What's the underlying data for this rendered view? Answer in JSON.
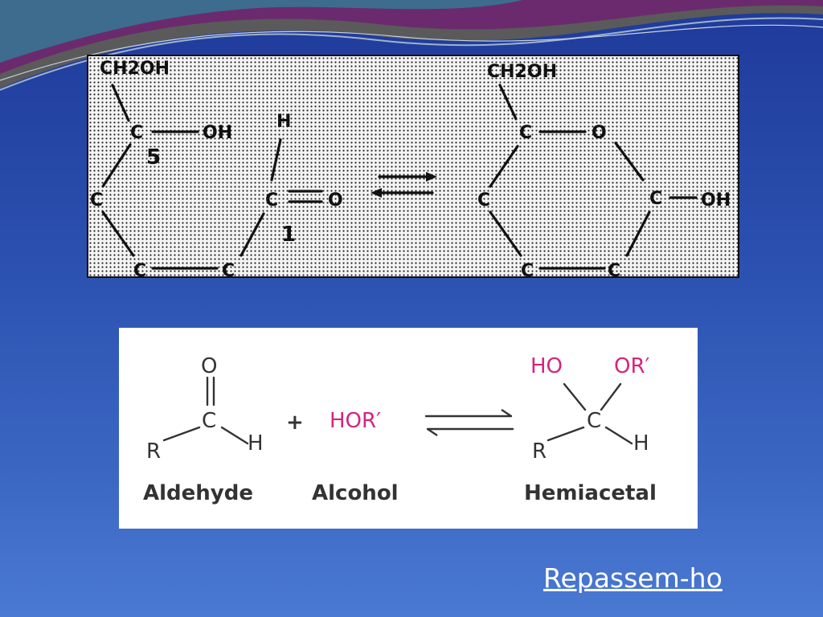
{
  "colors": {
    "accent_pink": "#d6247e",
    "link": "#ffffff"
  },
  "top_diagram": {
    "open": {
      "ch2oh": "CH2OH",
      "c5": "C",
      "oh5": "OH",
      "num5": "5",
      "h1": "H",
      "c_left": "C",
      "c1": "C",
      "o1": "O",
      "num1": "1",
      "c_bl": "C",
      "c_br": "C"
    },
    "ring": {
      "ch2oh": "CH2OH",
      "c5": "C",
      "o_ring": "O",
      "c_left": "C",
      "c1": "C",
      "oh1": "OH",
      "c_bl": "C",
      "c_br": "C"
    }
  },
  "bottom_diagram": {
    "aldehyde": {
      "o": "O",
      "c": "C",
      "r": "R",
      "h": "H",
      "name": "Aldehyde"
    },
    "plus": "+",
    "alcohol": {
      "formula": "HOR′",
      "name": "Alcohol"
    },
    "hemiacetal": {
      "ho": "HO",
      "or": "OR′",
      "c": "C",
      "r": "R",
      "h": "H",
      "name": "Hemiacetal"
    }
  },
  "link": {
    "label": "Repassem-ho"
  }
}
